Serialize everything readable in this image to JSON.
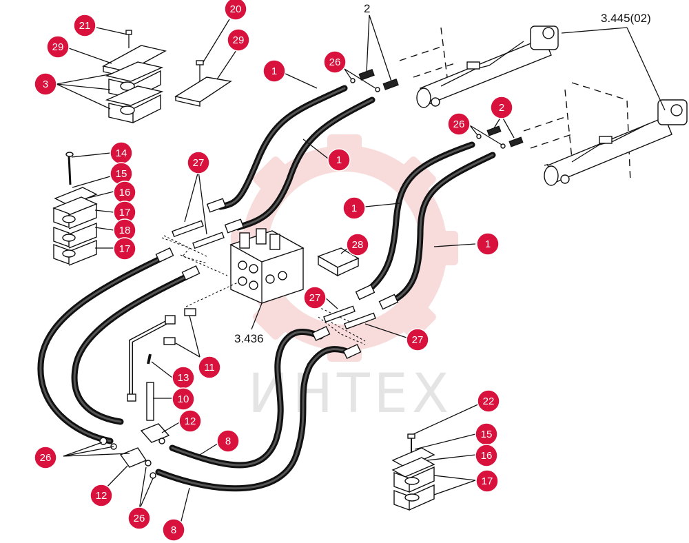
{
  "watermark": {
    "text": "ИНТЕХ",
    "gear_color": "#f4c0c0"
  },
  "colors": {
    "callout": "#d8123c",
    "line": "#111111"
  },
  "reference_labels": {
    "top_part_2": "2",
    "cylinder_ref": "3.445(02)",
    "valve_ref": "3.436"
  },
  "callouts": {
    "c20": "20",
    "c21": "21",
    "c29a": "29",
    "c29b": "29",
    "c3": "3",
    "c26a": "26",
    "c1a": "1",
    "c1b": "1",
    "c2": "2",
    "c26b": "26",
    "c14": "14",
    "c15a": "15",
    "c16a": "16",
    "c17a": "17",
    "c18": "18",
    "c17b": "17",
    "c27a": "27",
    "c1c": "1",
    "c1d": "1",
    "c28": "28",
    "c27b": "27",
    "c27c": "27",
    "c11": "11",
    "c13": "13",
    "c10": "10",
    "c12a": "12",
    "c8a": "8",
    "c26c": "26",
    "c12b": "12",
    "c26d": "26",
    "c8b": "8",
    "c22": "22",
    "c15b": "15",
    "c16b": "16",
    "c17c": "17"
  }
}
